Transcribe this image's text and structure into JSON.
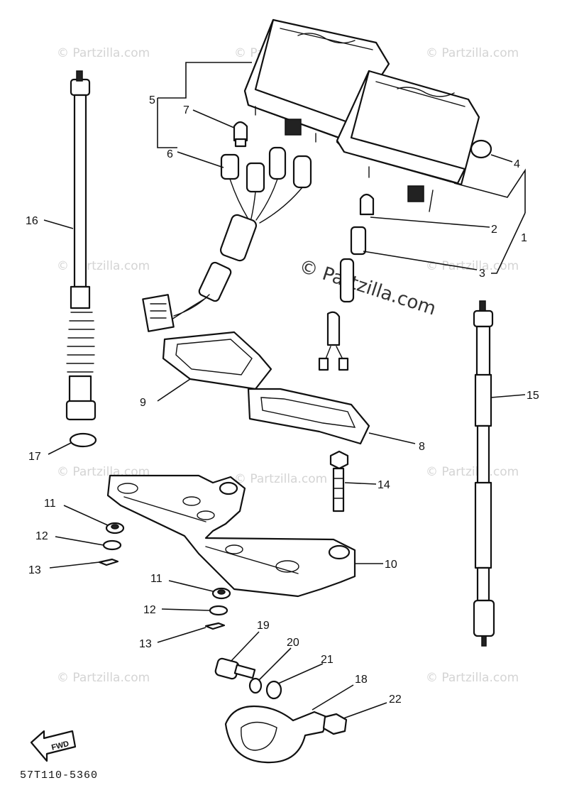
{
  "diagram": {
    "callouts": [
      "1",
      "2",
      "3",
      "4",
      "5",
      "6",
      "7",
      "8",
      "9",
      "10",
      "11",
      "12",
      "13",
      "14",
      "15",
      "16",
      "17",
      "18",
      "19",
      "20",
      "21",
      "22"
    ],
    "labels": {
      "l1": "1",
      "l2": "2",
      "l3": "3",
      "l4": "4",
      "l5": "5",
      "l6": "6",
      "l7": "7",
      "l8": "8",
      "l9": "9",
      "l10": "10",
      "l11a": "11",
      "l11b": "11",
      "l12a": "12",
      "l12b": "12",
      "l13a": "13",
      "l13b": "13",
      "l14": "14",
      "l15": "15",
      "l16": "16",
      "l17": "17",
      "l18": "18",
      "l19": "19",
      "l20": "20",
      "l21": "21",
      "l22": "22"
    },
    "fwd_label": "FWD",
    "diagram_code": "57T110-5360",
    "watermark": "© Partzilla.com"
  }
}
